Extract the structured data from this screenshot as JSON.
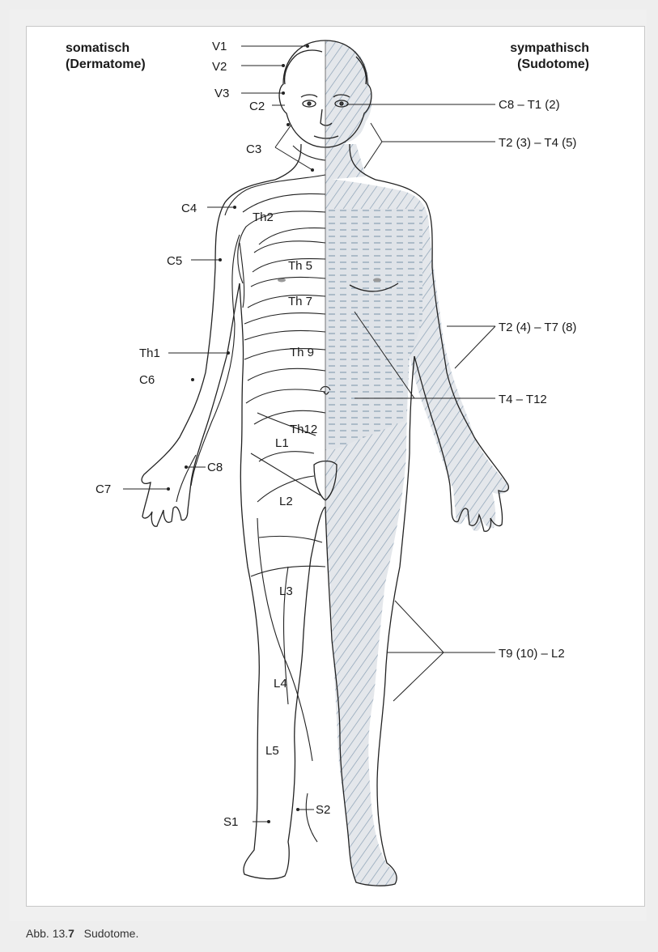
{
  "headings": {
    "left_line1": "somatisch",
    "left_line2": "(Dermatome)",
    "right_line1": "sympathisch",
    "right_line2": "(Sudotome)"
  },
  "left_labels": {
    "v1": "V1",
    "v2": "V2",
    "v3": "V3",
    "c2": "C2",
    "c3": "C3",
    "c4": "C4",
    "c5": "C5",
    "th1": "Th1",
    "c6": "C6",
    "c7": "C7",
    "c8": "C8",
    "s1": "S1",
    "s2": "S2"
  },
  "body_labels": {
    "th2": "Th2",
    "th5": "Th 5",
    "th7": "Th 7",
    "th9": "Th 9",
    "th12": "Th12",
    "l1": "L1",
    "l2": "L2",
    "l3": "L3",
    "l4": "L4",
    "l5": "L5"
  },
  "right_labels": {
    "c8_t1": "C8 – T1 (2)",
    "t2_t4": "T2 (3) – T4 (5)",
    "t2_t7": "T2 (4) – T7 (8)",
    "t4_t12": "T4 – T12",
    "t9_l2": "T9 (10) – L2"
  },
  "caption": {
    "prefix": "Abb. 13.",
    "number": "7",
    "title": "   Sudotome."
  },
  "colors": {
    "hatch": "#8aa0b4",
    "shade": "#dfe3e8",
    "outline": "#222222"
  }
}
